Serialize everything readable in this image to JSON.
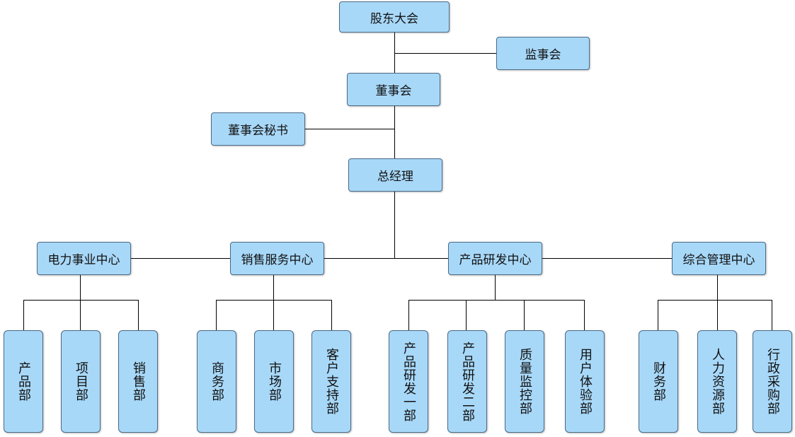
{
  "org": {
    "shareholders": "股东大会",
    "supervisory": "监事会",
    "board": "董事会",
    "board_secretary": "董事会秘书",
    "gm": "总经理",
    "centers": [
      {
        "label": "电力事业中心",
        "depts": [
          "产品部",
          "项目部",
          "销售部"
        ]
      },
      {
        "label": "销售服务中心",
        "depts": [
          "商务部",
          "市场部",
          "客户支持部"
        ]
      },
      {
        "label": "产品研发中心",
        "depts": [
          "产品研发一部",
          "产品研发二部",
          "质量监控部",
          "用户体验部"
        ]
      },
      {
        "label": "综合管理中心",
        "depts": [
          "财务部",
          "人力资源部",
          "行政采购部"
        ]
      }
    ]
  },
  "colors": {
    "box_fill": "#a8d8f8",
    "box_border": "#4a6a86",
    "line": "#000000"
  }
}
